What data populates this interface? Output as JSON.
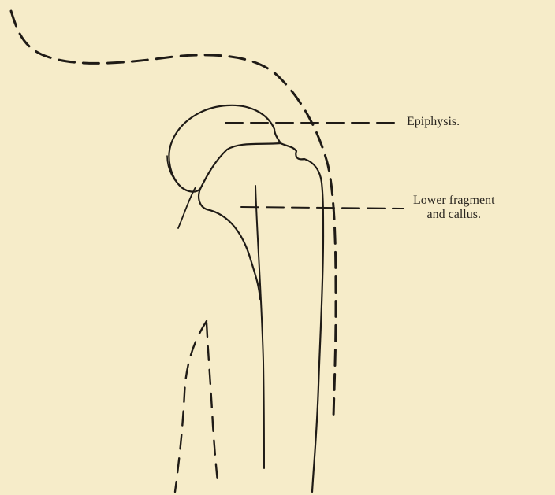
{
  "labels": {
    "epiphysis": "Epiphysis.",
    "fragment_line1": "Lower fragment",
    "fragment_line2": "and callus."
  },
  "colors": {
    "paper": "#f6ecc9",
    "ink": "#1f1b16"
  }
}
